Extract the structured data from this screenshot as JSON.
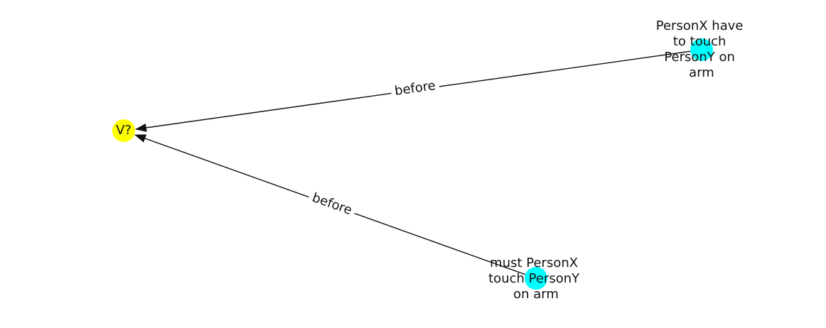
{
  "diagram": {
    "nodes": {
      "v": {
        "label": "V?",
        "color": "#FFFF00"
      },
      "top": {
        "label_lines": [
          "PersonX have",
          "to touch",
          "PersonY on",
          "arm"
        ],
        "color": "#00FFFF"
      },
      "bottom": {
        "label_lines": [
          "must PersonX",
          "touch PersonY",
          "on arm"
        ],
        "color": "#00FFFF"
      }
    },
    "edges": [
      {
        "from": "top",
        "to": "v",
        "label": "before"
      },
      {
        "from": "bottom",
        "to": "v",
        "label": "before"
      }
    ],
    "edge_color": "#000000",
    "label_background": "#ffffff"
  }
}
